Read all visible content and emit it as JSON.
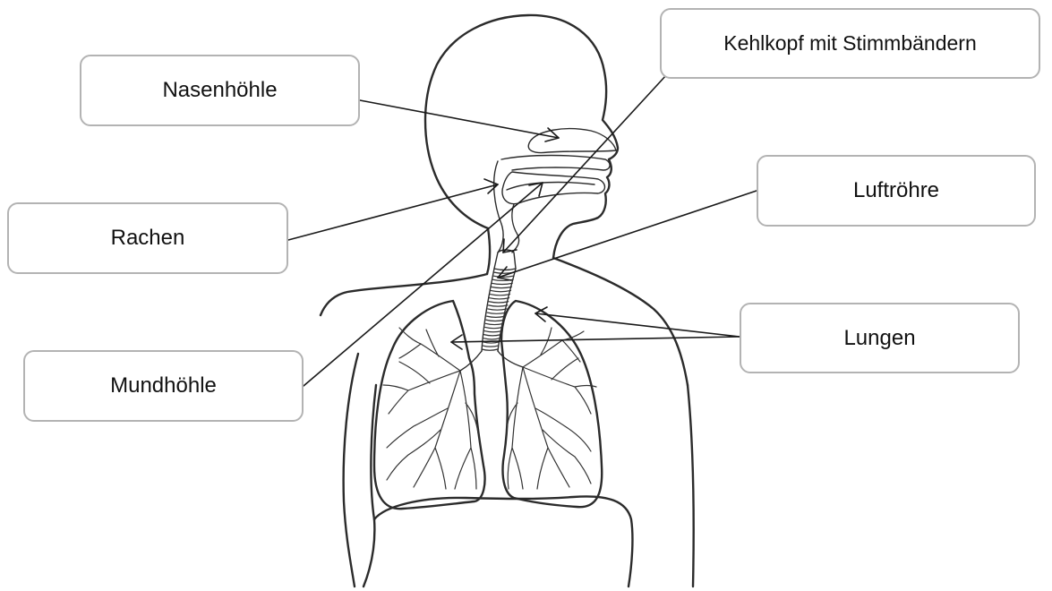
{
  "labels": {
    "nasenhoehle": "Nasenhöhle",
    "rachen": "Rachen",
    "mundhoehle": "Mundhöhle",
    "kehlkopf": "Kehlkopf mit Stimmbändern",
    "luftroehre": "Luftröhre",
    "lungen": "Lungen"
  },
  "colors": {
    "line": "#2b2b2b",
    "box_border": "#b3b3b3",
    "text": "#111111",
    "background": "#ffffff"
  }
}
